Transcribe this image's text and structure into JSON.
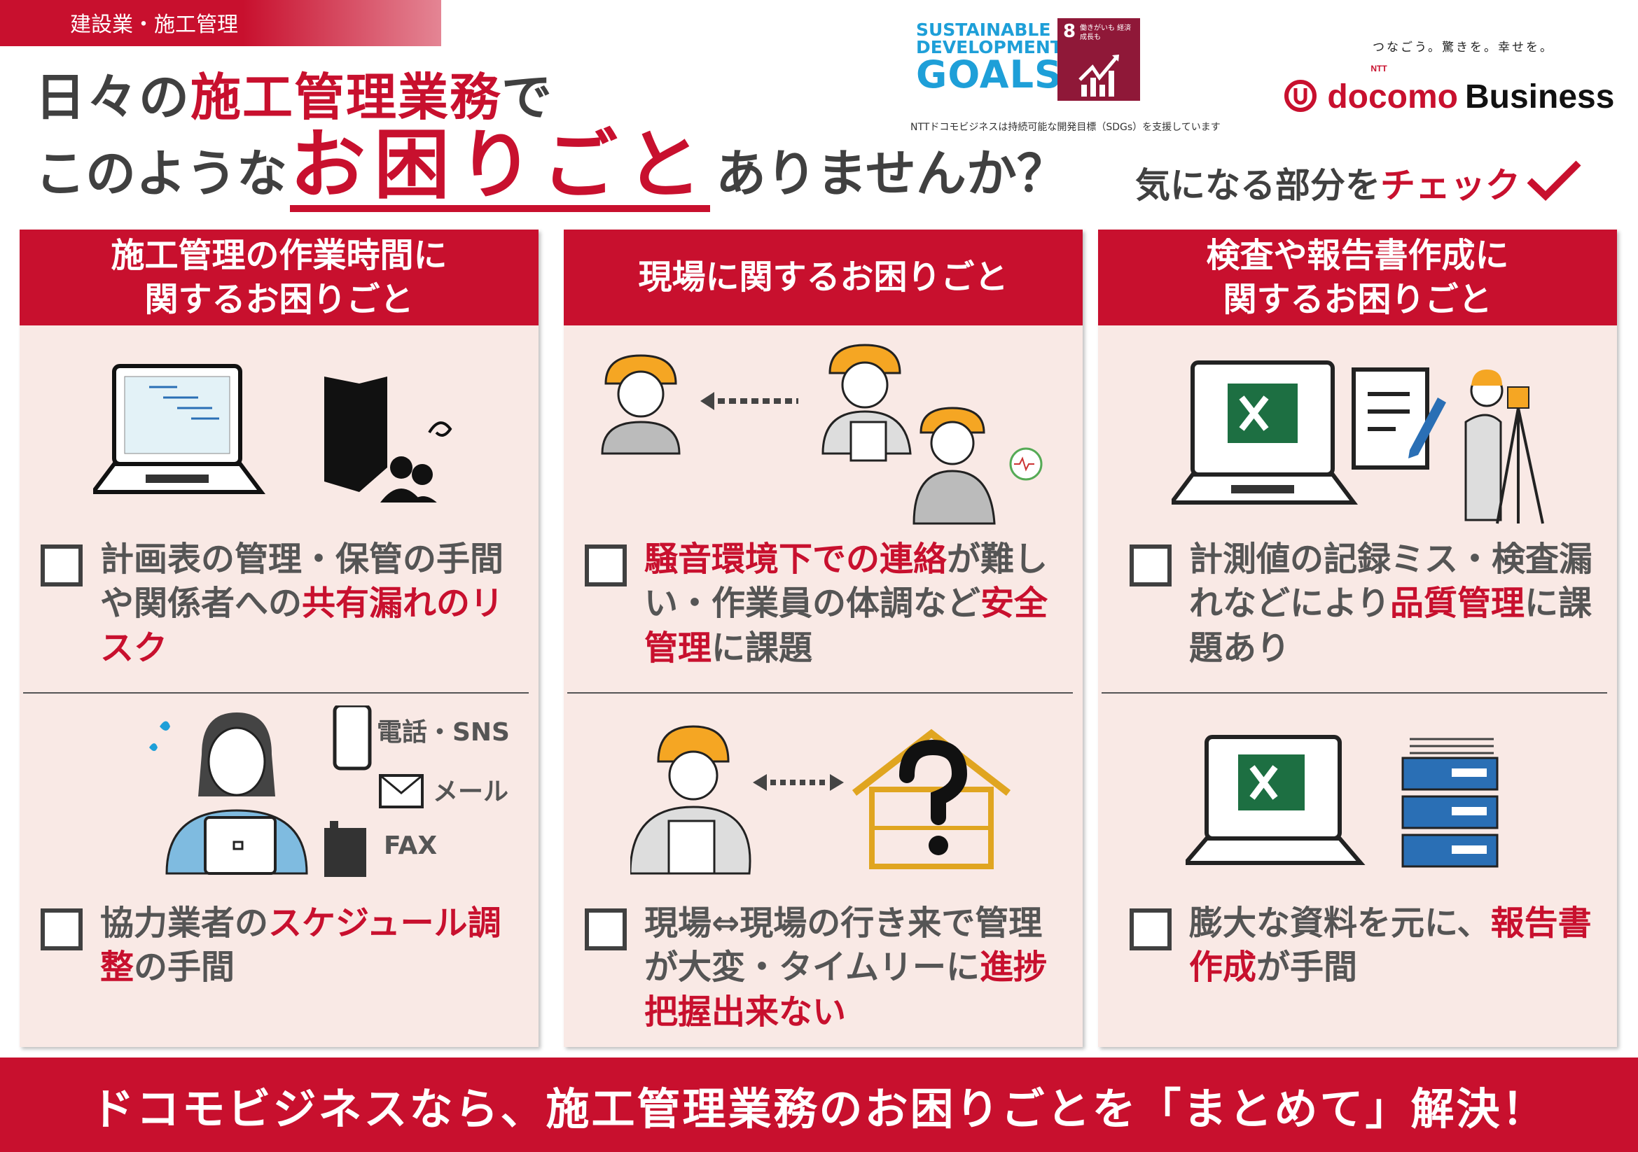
{
  "tag": "建設業・施工管理",
  "title": {
    "line1_pre": "日々の",
    "line1_accent": "施工管理業務",
    "line1_post": "で",
    "line2_pre": "このような",
    "line2_accent": "お困りごと",
    "line2_post": "ありませんか？"
  },
  "check_prompt": {
    "pre": "気になる部分を",
    "accent": "チェック"
  },
  "sdgs": {
    "line1": "SUSTAINABLE",
    "line2": "DEVELOPMENT",
    "line3": "GOALS",
    "goal_number": "8",
    "goal_text": "働きがいも 経済成長も",
    "note": "NTTドコモビジネスは持続可能な開発目標（SDGs）を支援しています"
  },
  "brand": {
    "slogan": "つなごう。驚きを。幸せを。",
    "ntt": "NTT",
    "name_red": "docomo",
    "name_black": "Business"
  },
  "columns": [
    {
      "header": "施工管理の作業時間に\n関するお困りごと",
      "items": [
        {
          "parts": [
            {
              "t": "計画表の管理・保管の手間や関係者への"
            },
            {
              "t": "共有漏れのリスク",
              "accent": true
            }
          ]
        },
        {
          "parts": [
            {
              "t": "協力業者の"
            },
            {
              "t": "スケジュール調整",
              "accent": true
            },
            {
              "t": "の手間"
            }
          ]
        }
      ],
      "labels": {
        "phone": "電話・SNS",
        "mail": "メール",
        "fax": "FAX"
      }
    },
    {
      "header": "現場に関するお困りごと",
      "items": [
        {
          "parts": [
            {
              "t": "騒音環境下での連絡",
              "accent": true
            },
            {
              "t": "が難しい・作業員の体調など"
            },
            {
              "t": "安全管理",
              "accent": true
            },
            {
              "t": "に課題"
            }
          ]
        },
        {
          "parts": [
            {
              "t": "現場⇔現場の行き来で管理が大変・タイムリーに"
            },
            {
              "t": "進捗把握出来ない",
              "accent": true
            }
          ]
        }
      ]
    },
    {
      "header": "検査や報告書作成に\n関するお困りごと",
      "items": [
        {
          "parts": [
            {
              "t": "計測値の記録ミス・検査漏れなどにより"
            },
            {
              "t": "品質管理",
              "accent": true
            },
            {
              "t": "に課題あり"
            }
          ]
        },
        {
          "parts": [
            {
              "t": "膨大な資料を元に、"
            },
            {
              "t": "報告書作成",
              "accent": true
            },
            {
              "t": "が手間"
            }
          ]
        }
      ]
    }
  ],
  "bottom_banner": "ドコモビジネスなら、施工管理業務のお困りごとを「まとめて」解決！",
  "colors": {
    "accent": "#c8102e",
    "panel": "#f9e9e5",
    "text": "#404040",
    "sdg_blue": "#1e9fd8",
    "goal8": "#8f1838"
  }
}
